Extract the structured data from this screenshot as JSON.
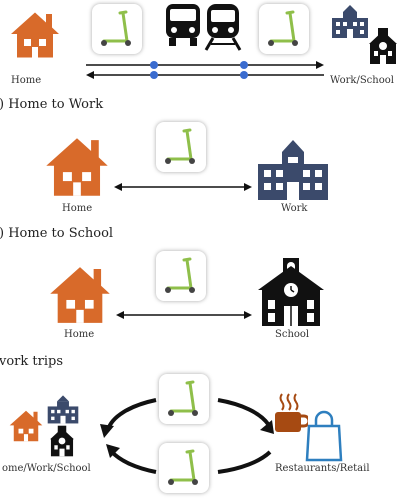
{
  "colors": {
    "home": "#d86a2a",
    "work": "#3b4a6b",
    "school": "#111111",
    "scooter": "#8fbf4a",
    "stop_dot": "#3b6ccf",
    "mug": "#a64a12",
    "bag": "#2e7fbf"
  },
  "section_all": {
    "home_label": "Home",
    "dest_label": "Work/School"
  },
  "section_work": {
    "heading": ") Home to Work",
    "home_label": "Home",
    "dest_label": "Work"
  },
  "section_school": {
    "heading": ") Home to School",
    "home_label": "Home",
    "dest_label": "School"
  },
  "section_nonwork": {
    "heading": "vork trips",
    "origin_label": "ome/Work/School",
    "dest_label": "Restaurants/Retail"
  },
  "icons": [
    "house-icon",
    "scooter-icon",
    "bus-icon",
    "train-icon",
    "office-building-icon",
    "school-icon",
    "coffee-mug-icon",
    "shopping-bag-icon"
  ]
}
